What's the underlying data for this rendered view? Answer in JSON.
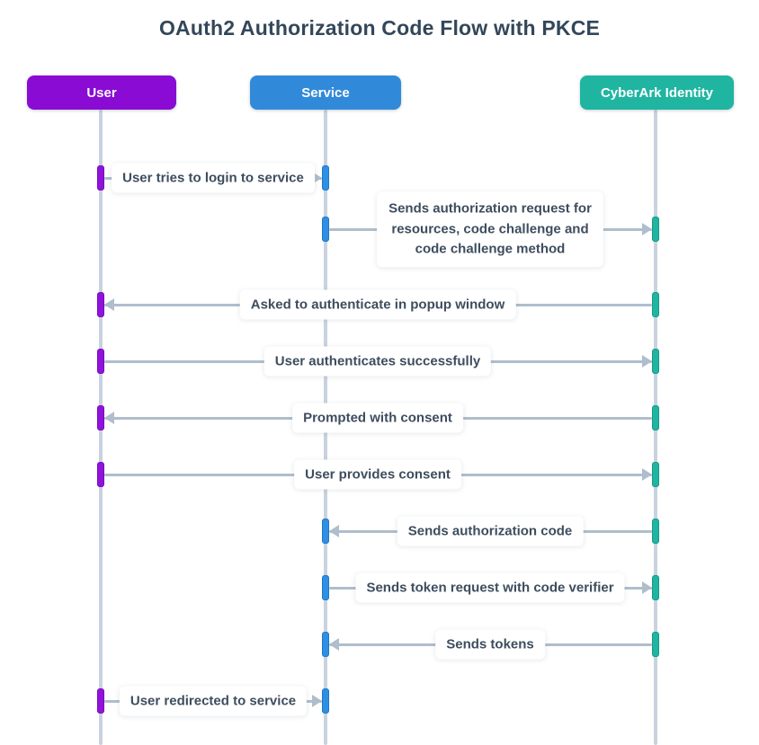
{
  "title": "OAuth2 Authorization Code Flow with PKCE",
  "actors": [
    {
      "name": "User",
      "color": "#8A0BD4"
    },
    {
      "name": "Service",
      "color": "#318AD9"
    },
    {
      "name": "CyberArk Identity",
      "color": "#1FB5A1"
    }
  ],
  "colors": {
    "lifeline": "#C9D3DF",
    "arrow": "#AFBECC",
    "label_text": "#3D4D5E",
    "title_text": "#33475A",
    "background": "#FFFFFF"
  },
  "messages": [
    {
      "from": "User",
      "to": "Service",
      "label": "User tries to login to service"
    },
    {
      "from": "Service",
      "to": "CyberArk Identity",
      "label": "Sends authorization request for resources, code challenge and code challenge method"
    },
    {
      "from": "CyberArk Identity",
      "to": "User",
      "label": "Asked to authenticate in popup window"
    },
    {
      "from": "User",
      "to": "CyberArk Identity",
      "label": "User authenticates successfully"
    },
    {
      "from": "CyberArk Identity",
      "to": "User",
      "label": "Prompted with consent"
    },
    {
      "from": "User",
      "to": "CyberArk Identity",
      "label": "User provides consent"
    },
    {
      "from": "CyberArk Identity",
      "to": "Service",
      "label": "Sends authorization code"
    },
    {
      "from": "Service",
      "to": "CyberArk Identity",
      "label": "Sends token request with code verifier"
    },
    {
      "from": "CyberArk Identity",
      "to": "Service",
      "label": "Sends tokens"
    },
    {
      "from": "User",
      "to": "Service",
      "label": "User redirected to service"
    }
  ]
}
